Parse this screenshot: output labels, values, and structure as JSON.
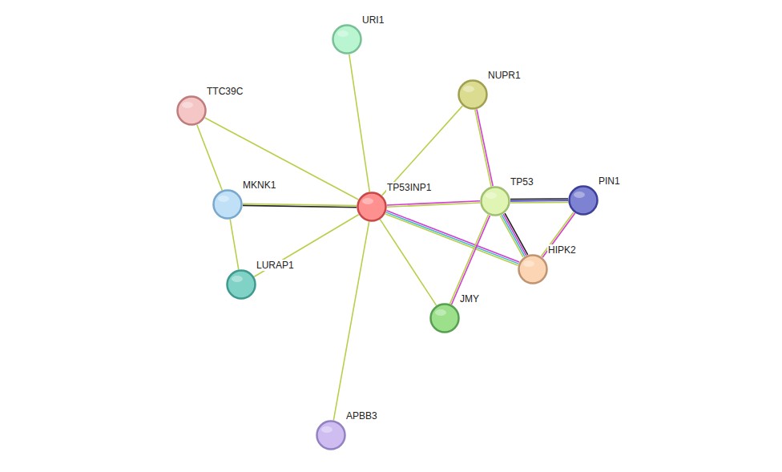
{
  "diagram": {
    "nodes": [
      {
        "text": [
          "URI1"
        ]
      },
      {
        "text": [
          "NUPR1"
        ]
      },
      {
        "text": [
          "TTC39C"
        ]
      },
      {
        "text": [
          "MKNK1"
        ]
      },
      {
        "text": [
          "TP53INP1"
        ]
      },
      {
        "text": [
          "TP53"
        ]
      },
      {
        "text": [
          "PIN1"
        ]
      },
      {
        "text": [
          "HIPK2"
        ]
      },
      {
        "text": [
          "LURAP1"
        ]
      },
      {
        "text": [
          "JMY"
        ]
      },
      {
        "text": [
          "APBB3"
        ]
      }
    ],
    "edges": [
      {
        "from": 4,
        "to": 0,
        "arrow": "none"
      },
      {
        "from": 4,
        "to": 1,
        "arrow": "none"
      },
      {
        "from": 4,
        "to": 2,
        "arrow": "none"
      },
      {
        "from": 4,
        "to": 3,
        "arrow": "none"
      },
      {
        "from": 4,
        "to": 8,
        "arrow": "none"
      },
      {
        "from": 4,
        "to": 5,
        "arrow": "none"
      },
      {
        "from": 4,
        "to": 7,
        "arrow": "none"
      },
      {
        "from": 4,
        "to": 9,
        "arrow": "none"
      },
      {
        "from": 4,
        "to": 10,
        "arrow": "none"
      },
      {
        "from": 2,
        "to": 3,
        "arrow": "none"
      },
      {
        "from": 3,
        "to": 8,
        "arrow": "none"
      },
      {
        "from": 1,
        "to": 5,
        "arrow": "none"
      },
      {
        "from": 5,
        "to": 6,
        "arrow": "none"
      },
      {
        "from": 5,
        "to": 7,
        "arrow": "none"
      },
      {
        "from": 5,
        "to": 9,
        "arrow": "none"
      },
      {
        "from": 6,
        "to": 7,
        "arrow": "none"
      }
    ]
  }
}
